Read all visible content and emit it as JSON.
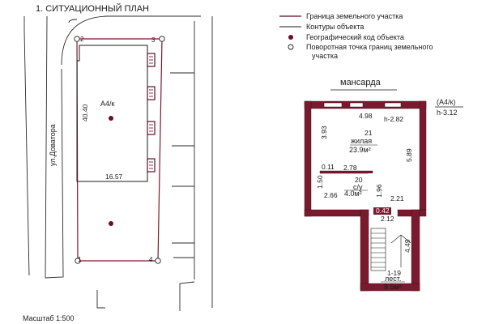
{
  "header": {
    "title": "1. СИТУАЦИОННЫЙ ПЛАН"
  },
  "situation_plan": {
    "building_code": "А4/к",
    "street": "ул.Доватора",
    "dim_height": "40.40",
    "dim_width": "16.57",
    "points": [
      "1",
      "2",
      "3",
      "4"
    ],
    "scale": "Масштаб 1:500"
  },
  "legend": {
    "items": [
      {
        "label": "Граница земельного участка",
        "icon": "line-icon"
      },
      {
        "label": "Контуры объекта",
        "icon": "line-icon"
      },
      {
        "label": "Географический код объекта",
        "icon": "filled-dot-icon"
      },
      {
        "label": "Поворотная точка границ земельного участка",
        "icon": "open-circle-icon"
      }
    ],
    "last_item_lines": [
      "Поворотная точка границ земельного",
      "участка"
    ]
  },
  "floor_plan": {
    "title": "мансарда",
    "tag": "(А4/к)",
    "tag_height": "h-3.12",
    "height": "h-2.82",
    "dims": {
      "top_width": "4.98",
      "left_upper": "3.93",
      "right": "5.89",
      "stub": "0.11",
      "partition": "2.78",
      "left_lower": "1.50",
      "bottom_left": "2.66",
      "door": "1.96",
      "bottom_right": "2.21",
      "opening": "0.42",
      "stair_width": "2.12",
      "stair_len": "4.49"
    },
    "rooms": [
      {
        "number": "21",
        "name": "жилая",
        "area": "23.9м²"
      },
      {
        "number": "20",
        "name": "с/у",
        "area": "4.0м²"
      },
      {
        "number": "1-19",
        "name": "лест.",
        "area": "9.5м²"
      }
    ]
  }
}
